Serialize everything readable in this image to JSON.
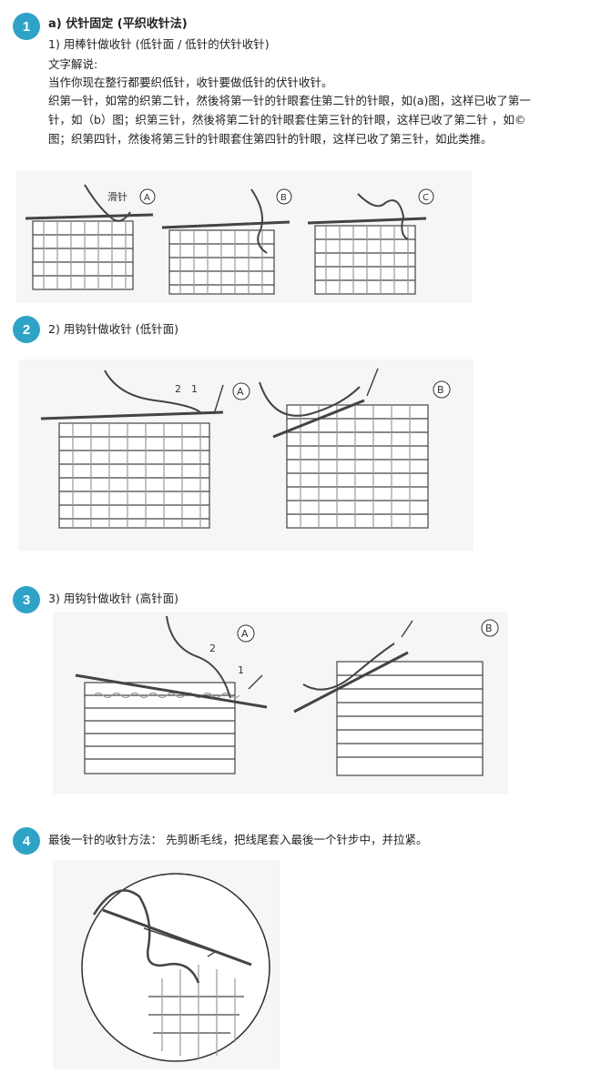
{
  "sections": [
    {
      "number": "1",
      "title": "a) 伏针固定 (平织收针法)",
      "subtitle": "1) 用棒针做收针 (低针面 / 低针的伏针收针)",
      "paragraphs": [
        "文字解说:",
        "当作你现在整行都要织低针，收针要做低针的伏针收针。",
        "织第一针，如常的织第二针，然後将第一针的针眼套住第二针的针眼，如(a)图，这样已收了第一",
        "针，如（b）图；织第三针，然後将第二针的针眼套住第三针的针眼，这样已收了第二针 ，如©",
        "图；织第四针，然後将第三针的针眼套住第四针的针眼，这样已收了第三针，如此类推。"
      ],
      "figure_labels": {
        "slip": "滑针",
        "a": "A",
        "b": "B",
        "c": "C"
      }
    },
    {
      "number": "2",
      "title": "2) 用钩针做收针 (低针面)",
      "figure_labels": {
        "n2": "2",
        "n1": "1",
        "a": "A",
        "b": "B"
      }
    },
    {
      "number": "3",
      "title": "3) 用钩针做收针 (高针面)",
      "figure_labels": {
        "n2": "2",
        "n1": "1",
        "a": "A",
        "b": "B"
      }
    },
    {
      "number": "4",
      "title": "最後一针的收针方法： 先剪断毛线，把线尾套入最後一个针步中，并拉紧。"
    }
  ]
}
